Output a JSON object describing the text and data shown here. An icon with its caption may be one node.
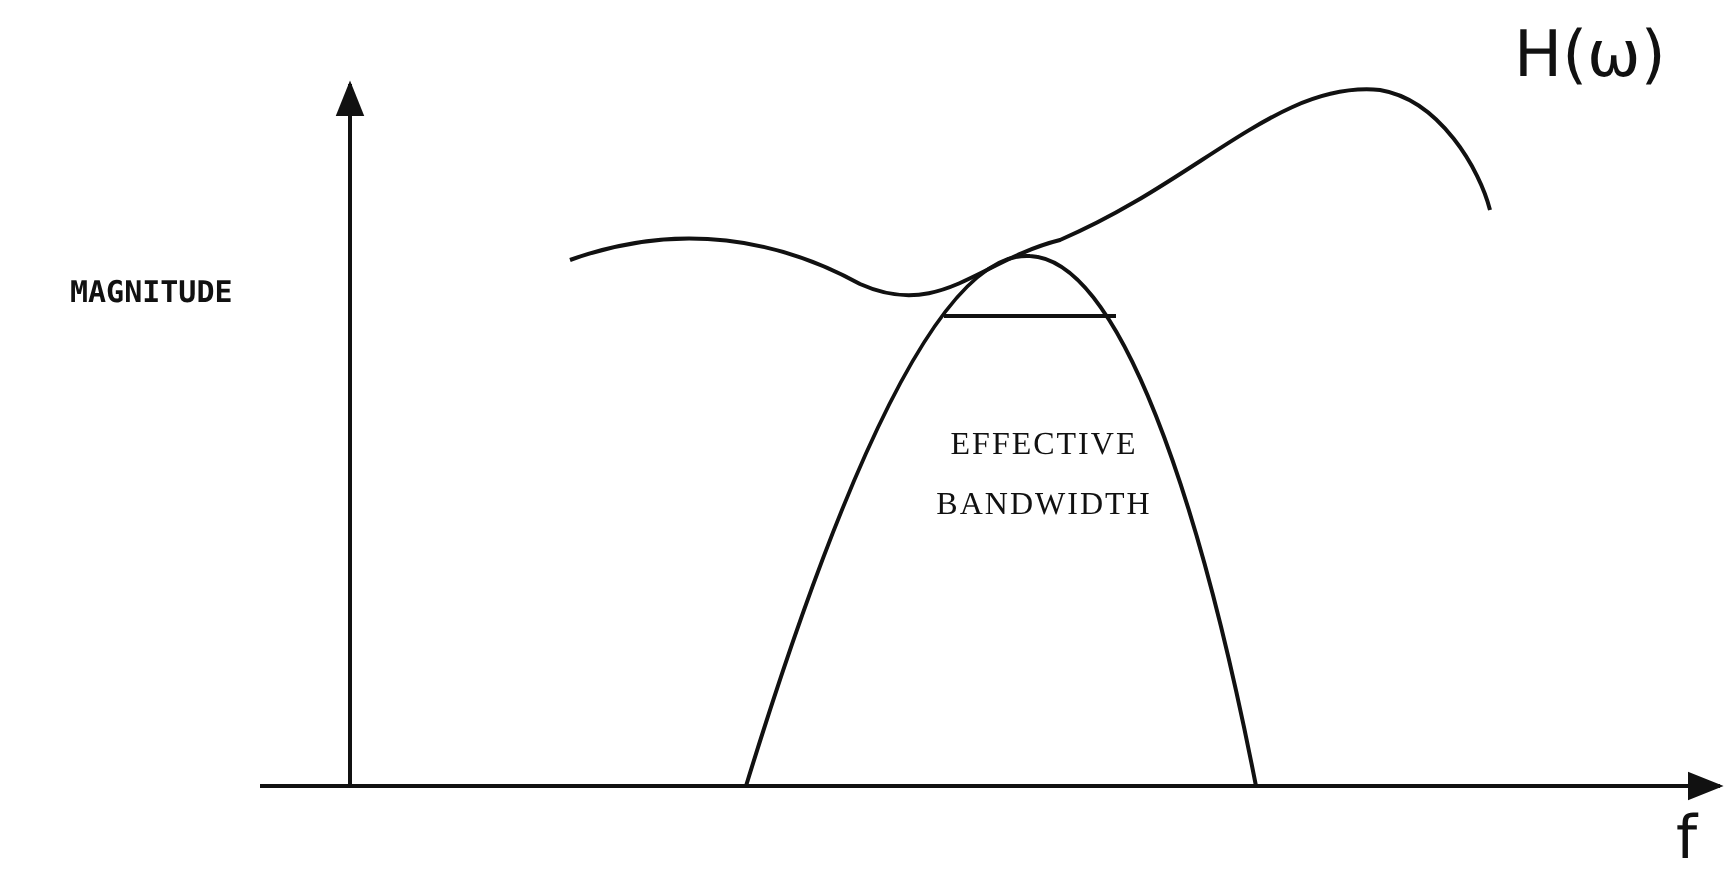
{
  "diagram": {
    "labels": [
      "H(ω)",
      "MAGNITUDE",
      "EFFECTIVE BANDWIDTH",
      "f"
    ]
  }
}
